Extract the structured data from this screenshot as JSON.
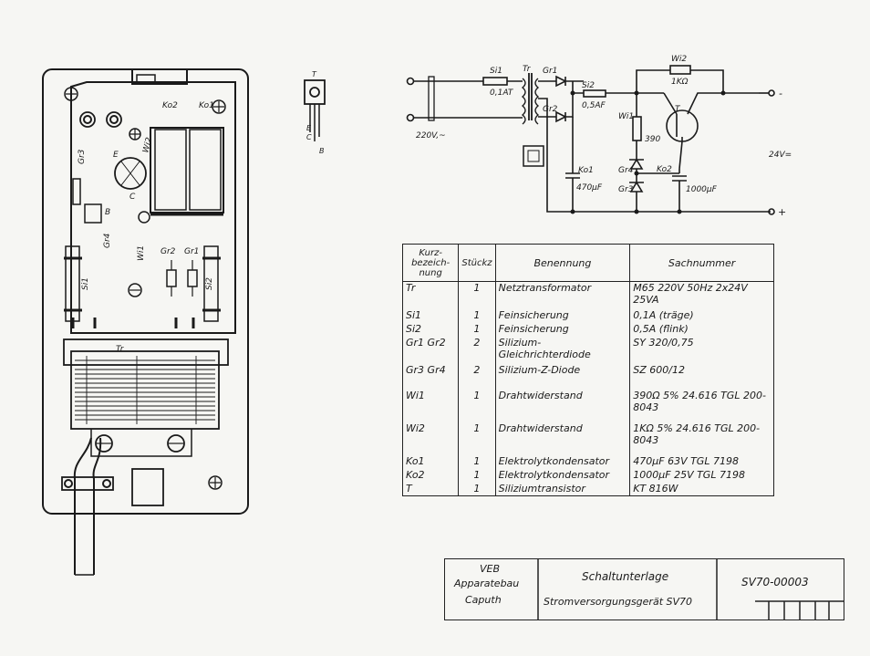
{
  "device_view": {
    "labels": {
      "ko2": "Ko2",
      "ko1": "Ko1",
      "gr3": "Gr3",
      "gr4": "Gr4",
      "wi1": "Wi1",
      "gr2": "Gr2",
      "gr1": "Gr1",
      "si1": "Si1",
      "si2": "Si2",
      "tr": "Tr",
      "wi2": "Wi2",
      "e": "E",
      "b": "B",
      "c": "C"
    }
  },
  "transistor_pinout": {
    "top": "T",
    "e": "E",
    "c": "C",
    "b": "B"
  },
  "schematic": {
    "si1": "Si1",
    "si1_val": "0,1AT",
    "tr": "Tr",
    "gr1": "Gr1",
    "gr2": "Gr2",
    "si2": "Si2",
    "si2_val": "0,5AF",
    "wi2": "Wi2",
    "wi2_val": "1KΩ",
    "wi1": "Wi1",
    "wi1_val": "390",
    "t": "T",
    "ko1": "Ko1",
    "ko1_val": "470µF",
    "gr4": "Gr4",
    "gr3": "Gr3",
    "ko2": "Ko2",
    "ko2_val": "1000µF",
    "input": "220V,~",
    "output": "24V=",
    "minus": "-",
    "plus": "+"
  },
  "parts_table": {
    "headers": [
      "Kurz-bezeich-nung",
      "Stückz",
      "Benennung",
      "Sachnummer"
    ],
    "rows": [
      {
        "ref": "Tr",
        "qty": "1",
        "name": "Netztransformator",
        "part": "M65 220V 50Hz 2x24V 25VA"
      },
      {
        "ref": "Si1",
        "qty": "1",
        "name": "Feinsicherung",
        "part": "0,1A (träge)"
      },
      {
        "ref": "Si2",
        "qty": "1",
        "name": "Feinsicherung",
        "part": "0,5A (flink)"
      },
      {
        "ref": "Gr1 Gr2",
        "qty": "2",
        "name": "Silizium-Gleichrichterdiode",
        "part": "SY 320/0,75"
      },
      {
        "ref": "Gr3 Gr4",
        "qty": "2",
        "name": "Silizium-Z-Diode",
        "part": "SZ 600/12"
      },
      {
        "ref": "Wi1",
        "qty": "1",
        "name": "Drahtwiderstand",
        "part": "390Ω 5% 24.616 TGL 200-8043"
      },
      {
        "ref": "Wi2",
        "qty": "1",
        "name": "Drahtwiderstand",
        "part": "1KΩ 5% 24.616 TGL 200-8043"
      },
      {
        "ref": "Ko1",
        "qty": "1",
        "name": "Elektrolytkondensator",
        "part": "470µF 63V TGL 7198"
      },
      {
        "ref": "Ko2",
        "qty": "1",
        "name": "Elektrolytkondensator",
        "part": "1000µF 25V TGL 7198"
      },
      {
        "ref": "T",
        "qty": "1",
        "name": "Siliziumtransistor",
        "part": "KT 816W"
      }
    ]
  },
  "title_block": {
    "company_1": "VEB",
    "company_2": "Apparatebau",
    "company_3": "Caputh",
    "doc_type": "Schaltunterlage",
    "doc_title": "Stromversorgungsgerät SV70",
    "doc_number": "SV70-00003"
  }
}
